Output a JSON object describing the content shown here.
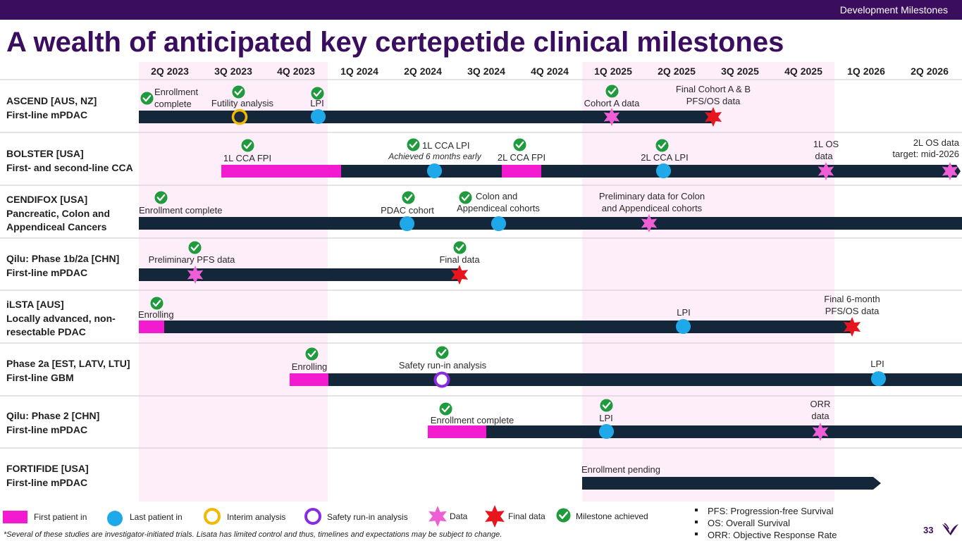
{
  "header": {
    "section": "Development Milestones",
    "title": "A wealth of anticipated key certepetide clinical milestones"
  },
  "quarters": [
    "2Q 2023",
    "3Q 2023",
    "4Q 2023",
    "1Q 2024",
    "2Q 2024",
    "3Q 2024",
    "4Q 2024",
    "1Q 2025",
    "2Q 2025",
    "3Q 2025",
    "4Q 2025",
    "1Q 2026",
    "2Q 2026"
  ],
  "colors": {
    "brand": "#3b0d5e",
    "bar": "#13263a",
    "first_patient": "#f21bd0",
    "last_patient": "#1fa9e8",
    "interim": "#f5b800",
    "safety": "#8a2be2",
    "data": "#ee5fd6",
    "final": "#e8141e",
    "achieved": "#1f9a3d",
    "highlight": "#fdeef9"
  },
  "rows": [
    {
      "name": "ASCEND [AUS, NZ]",
      "sub": "First-line mPDAC",
      "milestones": [
        {
          "type": "label",
          "text": "Enrollment",
          "achieved": true
        },
        {
          "type": "label",
          "text": "complete"
        },
        {
          "type": "interim",
          "text": "Futility analysis",
          "achieved": true
        },
        {
          "type": "lpi",
          "text": "LPI",
          "achieved": true
        },
        {
          "type": "data",
          "text": "Cohort A data",
          "achieved": true
        },
        {
          "type": "final",
          "text": "Final Cohort A & B"
        },
        {
          "type": "label",
          "text": "PFS/OS data"
        }
      ]
    },
    {
      "name": "BOLSTER [USA]",
      "sub": "First- and second-line CCA",
      "milestones": [
        {
          "type": "fpi",
          "text": "1L CCA FPI",
          "achieved": true
        },
        {
          "type": "lpi",
          "text": "1L CCA LPI",
          "achieved": true
        },
        {
          "type": "note",
          "text": "Achieved 6 months early"
        },
        {
          "type": "fpi",
          "text": "2L CCA FPI",
          "achieved": true
        },
        {
          "type": "lpi",
          "text": "2L CCA LPI",
          "achieved": true
        },
        {
          "type": "data",
          "text": "1L OS"
        },
        {
          "type": "label",
          "text": "data"
        },
        {
          "type": "data",
          "text": "2L OS data"
        },
        {
          "type": "label",
          "text": "target: mid-2026"
        }
      ]
    },
    {
      "name": "CENDIFOX [USA]",
      "sub": "Pancreatic, Colon and",
      "sub2": "Appendiceal Cancers",
      "milestones": [
        {
          "type": "label",
          "text": "Enrollment complete",
          "achieved": true
        },
        {
          "type": "lpi",
          "text": "PDAC cohort",
          "achieved": true
        },
        {
          "type": "lpi",
          "text": "Colon and",
          "achieved": true
        },
        {
          "type": "label",
          "text": "Appendiceal cohorts"
        },
        {
          "type": "data",
          "text": "Preliminary data for Colon"
        },
        {
          "type": "label",
          "text": "and Appendiceal cohorts"
        }
      ]
    },
    {
      "name": "Qilu: Phase 1b/2a [CHN]",
      "sub": "First-line mPDAC",
      "milestones": [
        {
          "type": "data",
          "text": "Preliminary PFS data",
          "achieved": true
        },
        {
          "type": "final",
          "text": "Final data",
          "achieved": true
        }
      ]
    },
    {
      "name": "iLSTA [AUS]",
      "sub": "Locally advanced, non-",
      "sub2": "resectable PDAC",
      "milestones": [
        {
          "type": "fpi",
          "text": "Enrolling",
          "achieved": true
        },
        {
          "type": "lpi",
          "text": "LPI"
        },
        {
          "type": "final",
          "text": "Final 6-month"
        },
        {
          "type": "label",
          "text": "PFS/OS data"
        }
      ]
    },
    {
      "name": "Phase 2a [EST, LATV, LTU]",
      "sub": "First-line GBM",
      "milestones": [
        {
          "type": "fpi",
          "text": "Enrolling",
          "achieved": true
        },
        {
          "type": "safety",
          "text": "Safety run-in analysis",
          "achieved": true
        },
        {
          "type": "lpi",
          "text": "LPI"
        }
      ]
    },
    {
      "name": "Qilu: Phase 2 [CHN]",
      "sub": "First-line mPDAC",
      "milestones": [
        {
          "type": "fpi",
          "text": "Enrollment complete",
          "achieved": true
        },
        {
          "type": "lpi",
          "text": "LPI",
          "achieved": true
        },
        {
          "type": "data",
          "text": "ORR"
        },
        {
          "type": "label",
          "text": "data"
        }
      ]
    },
    {
      "name": "FORTIFIDE [USA]",
      "sub": "First-line mPDAC",
      "milestones": [
        {
          "type": "label",
          "text": "Enrollment pending"
        }
      ]
    }
  ],
  "legend": {
    "first_patient": "First patient in",
    "last_patient": "Last patient in",
    "interim": "Interim analysis",
    "safety": "Safety run-in analysis",
    "data": "Data",
    "final": "Final data",
    "achieved": "Milestone achieved"
  },
  "glossary": [
    "PFS: Progression-free Survival",
    "OS: Overall Survival",
    "ORR: Objective Response Rate"
  ],
  "footnote": "*Several of these studies are investigator-initiated trials. Lisata has limited control and thus, timelines and expectations may be subject to change.",
  "page_number": "33"
}
